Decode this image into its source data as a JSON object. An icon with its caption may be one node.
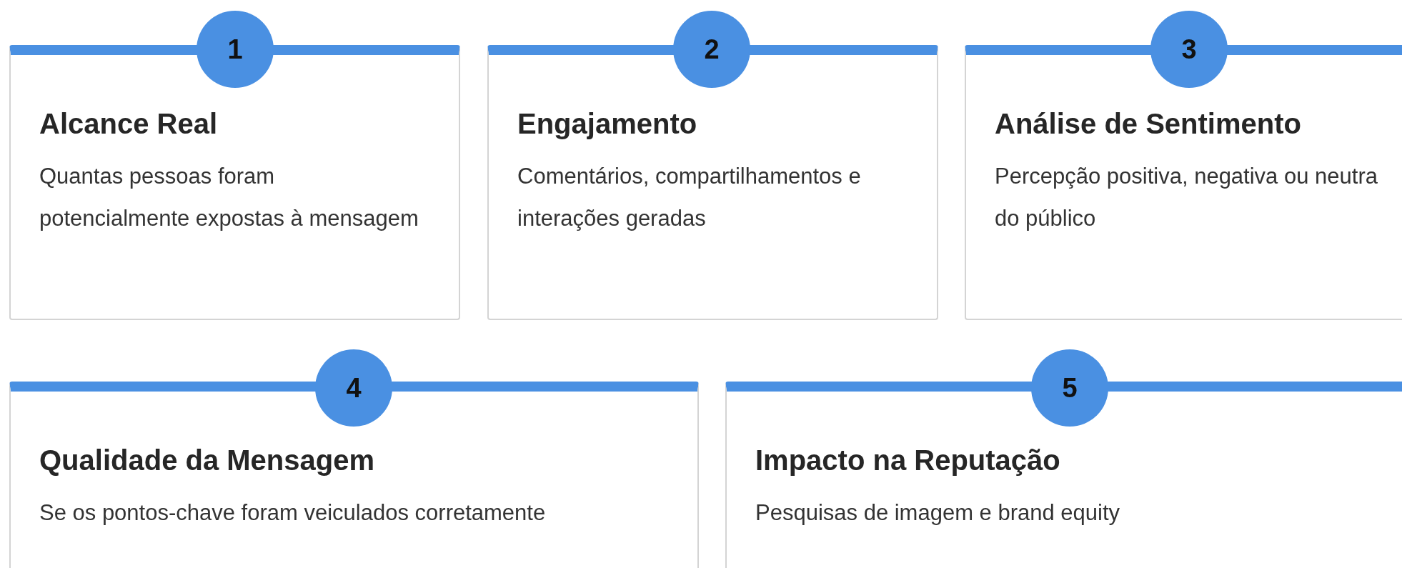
{
  "diagram": {
    "nodes": [
      {
        "text": [
          "1"
        ]
      },
      {
        "text": [
          "Alcance Real",
          "Quantas pessoas foram potencialmente expostas à mensagem"
        ]
      },
      {
        "text": [
          "2"
        ]
      },
      {
        "text": [
          "Engajamento",
          "Comentários, compartilhamentos e interações geradas"
        ]
      },
      {
        "text": [
          "3"
        ]
      },
      {
        "text": [
          "Análise de Sentimento",
          "Percepção positiva, negativa ou neutra do público"
        ]
      },
      {
        "text": [
          "4"
        ]
      },
      {
        "text": [
          "Qualidade da Mensagem",
          "Se os pontos-chave foram veiculados corretamente"
        ]
      },
      {
        "text": [
          "5"
        ]
      },
      {
        "text": [
          "Impacto na Reputação",
          "Pesquisas de imagem e brand equity"
        ]
      }
    ]
  }
}
